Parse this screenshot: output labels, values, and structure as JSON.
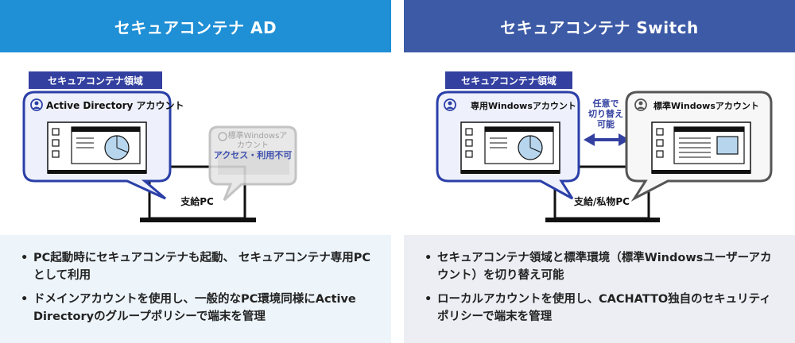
{
  "left": {
    "title": "セキュアコンテナ AD",
    "region_label": "セキュアコンテナ領域",
    "account_label": "Active Directory アカウント",
    "greyed_account_label_1": "標準Windowsア",
    "greyed_account_label_2": "カウント",
    "access_denied": "アクセス・利用不可",
    "pc_label": "支給PC",
    "bullets": [
      "PC起動時にセキュアコンテナも起動、 セキュアコンテナ専用PCとして利用",
      "ドメインアカウントを使用し、一般的なPC環境同様にActive Directoryのグループポリシーで端末を管理"
    ]
  },
  "right": {
    "title": "セキュアコンテナ Switch",
    "region_label": "セキュアコンテナ領域",
    "account_label": "専用Windowsアカウント",
    "standard_account_label": "標準Windowsアカウント",
    "switch_label_1": "任意で",
    "switch_label_2": "切り替え",
    "switch_label_3": "可能",
    "pc_label": "支給/私物PC",
    "bullets": [
      "セキュアコンテナ領域と標準環境（標準Windowsユーザーアカウント）を切り替え可能",
      "ローカルアカウントを使用し、CACHATTO独自のセキュリティポリシーで端末を管理"
    ]
  },
  "colors": {
    "ad_blue": "#1f8fd6",
    "switch_navy": "#3c5aa6",
    "bubble_border": "#2b3fa8",
    "bubble_fill": "#eef1fb",
    "grey_border": "#555555"
  }
}
